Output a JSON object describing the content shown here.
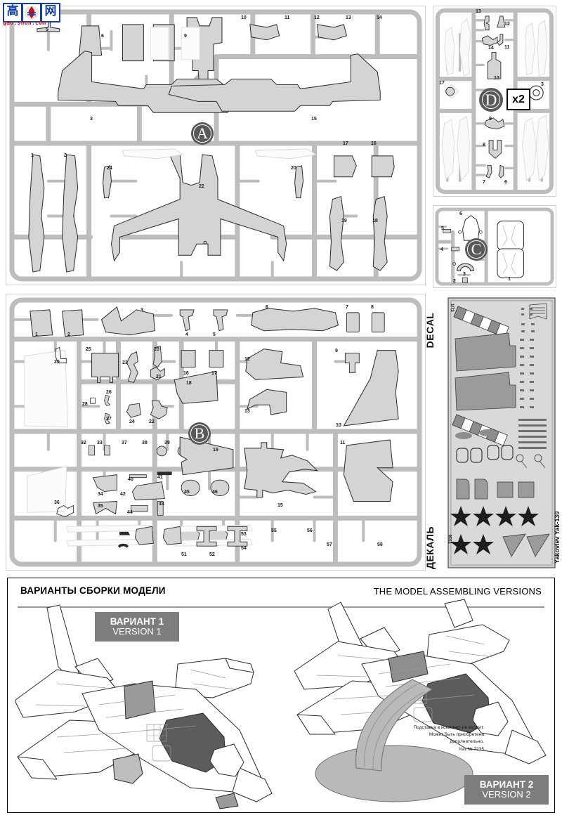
{
  "watermark": {
    "char_left": "高",
    "char_right": "网",
    "url": "gao.shun.com"
  },
  "sprues": [
    {
      "id": "A",
      "letter": "A",
      "multiplier": null,
      "part_numbers": [
        "5",
        "6",
        "9",
        "10",
        "11",
        "12",
        "13",
        "14",
        "3",
        "15",
        "1",
        "2",
        "24",
        "22",
        "20",
        "17",
        "16",
        "19",
        "18"
      ]
    },
    {
      "id": "B",
      "letter": "B",
      "multiplier": null,
      "part_numbers": [
        "1",
        "2",
        "3",
        "4",
        "5",
        "6",
        "7",
        "8",
        "9",
        "10",
        "11",
        "12",
        "13",
        "15",
        "16",
        "17",
        "18",
        "19",
        "20",
        "21",
        "22",
        "23",
        "24",
        "25",
        "26",
        "27",
        "28",
        "29",
        "32",
        "33",
        "34",
        "35",
        "36",
        "37",
        "38",
        "39",
        "40",
        "41",
        "42",
        "43",
        "44",
        "45",
        "46",
        "51",
        "52",
        "53",
        "54",
        "55",
        "56",
        "57",
        "58"
      ]
    },
    {
      "id": "C",
      "letter": "C",
      "multiplier": null,
      "part_numbers": [
        "1",
        "2",
        "3",
        "4",
        "5",
        "6"
      ]
    },
    {
      "id": "D",
      "letter": "D",
      "multiplier": "x2",
      "part_numbers": [
        "3",
        "6",
        "7",
        "8",
        "9",
        "10",
        "11",
        "12",
        "13",
        "14",
        "17"
      ]
    }
  ],
  "decal": {
    "label_top": "DECAL",
    "label_bottom": "ДЕКАЛЬ",
    "kit_number": "7316",
    "scale": "1/72",
    "subject": "Yakovlev Yak-130"
  },
  "versions_panel": {
    "title_ru": "ВАРИАНТЫ СБОРКИ МОДЕЛИ",
    "title_en": "THE MODEL ASSEMBLING VERSIONS",
    "versions": [
      {
        "label_ru": "ВАРИАНТ 1",
        "label_en": "VERSION 1"
      },
      {
        "label_ru": "ВАРИАНТ 2",
        "label_en": "VERSION 2"
      }
    ],
    "stand_note": [
      "Подставка в комплект не входит.",
      "Может быть приобретена",
      "дополнительно.",
      "Кат.№ 7235"
    ]
  },
  "colors": {
    "sprue_runner": "#bdbdbd",
    "part_fill": "#d4d4d4",
    "part_stroke": "#2a2a2a",
    "badge_bg": "#595959",
    "version_label_bg": "#7d7d7d",
    "watermark_blue": "#1340a8",
    "watermark_red": "#cc1111"
  }
}
